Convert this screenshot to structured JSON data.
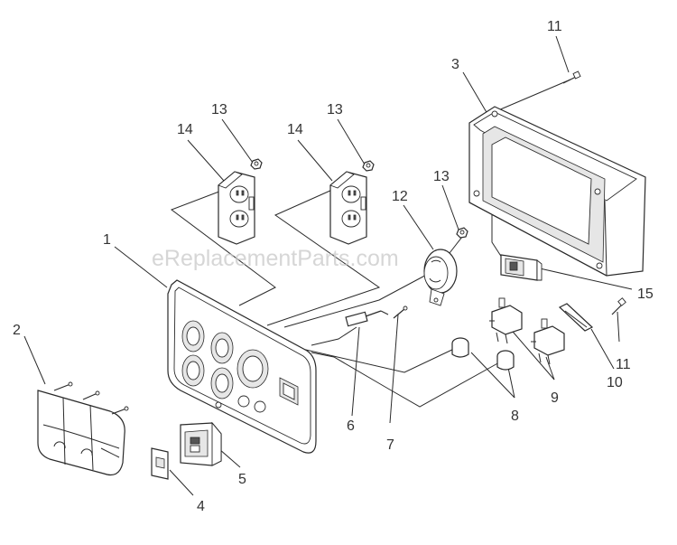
{
  "watermark": "eReplacementParts.com",
  "callouts": {
    "c1": "1",
    "c2": "2",
    "c3": "3",
    "c4": "4",
    "c5": "5",
    "c6": "6",
    "c7": "7",
    "c8": "8",
    "c9": "9",
    "c10": "10",
    "c11a": "11",
    "c11b": "11",
    "c12": "12",
    "c13a": "13",
    "c13b": "13",
    "c13c": "13",
    "c14a": "14",
    "c14b": "14",
    "c15": "15"
  }
}
